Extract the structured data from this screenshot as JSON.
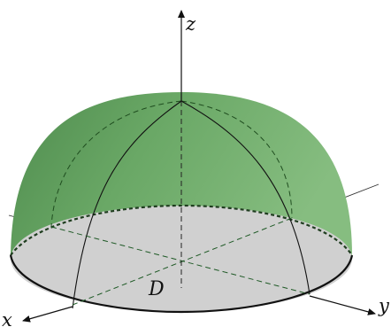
{
  "figure": {
    "axis_labels": {
      "x": "x",
      "y": "y",
      "z": "z"
    },
    "region_label": "D",
    "colors": {
      "dome_fill": "#6aa866",
      "dome_dark": "#4f8c4e",
      "base_fill": "#d0d0d0",
      "rim_front": "#111111",
      "dashed_hidden": "#1f5a26",
      "axis": "#111111"
    }
  }
}
